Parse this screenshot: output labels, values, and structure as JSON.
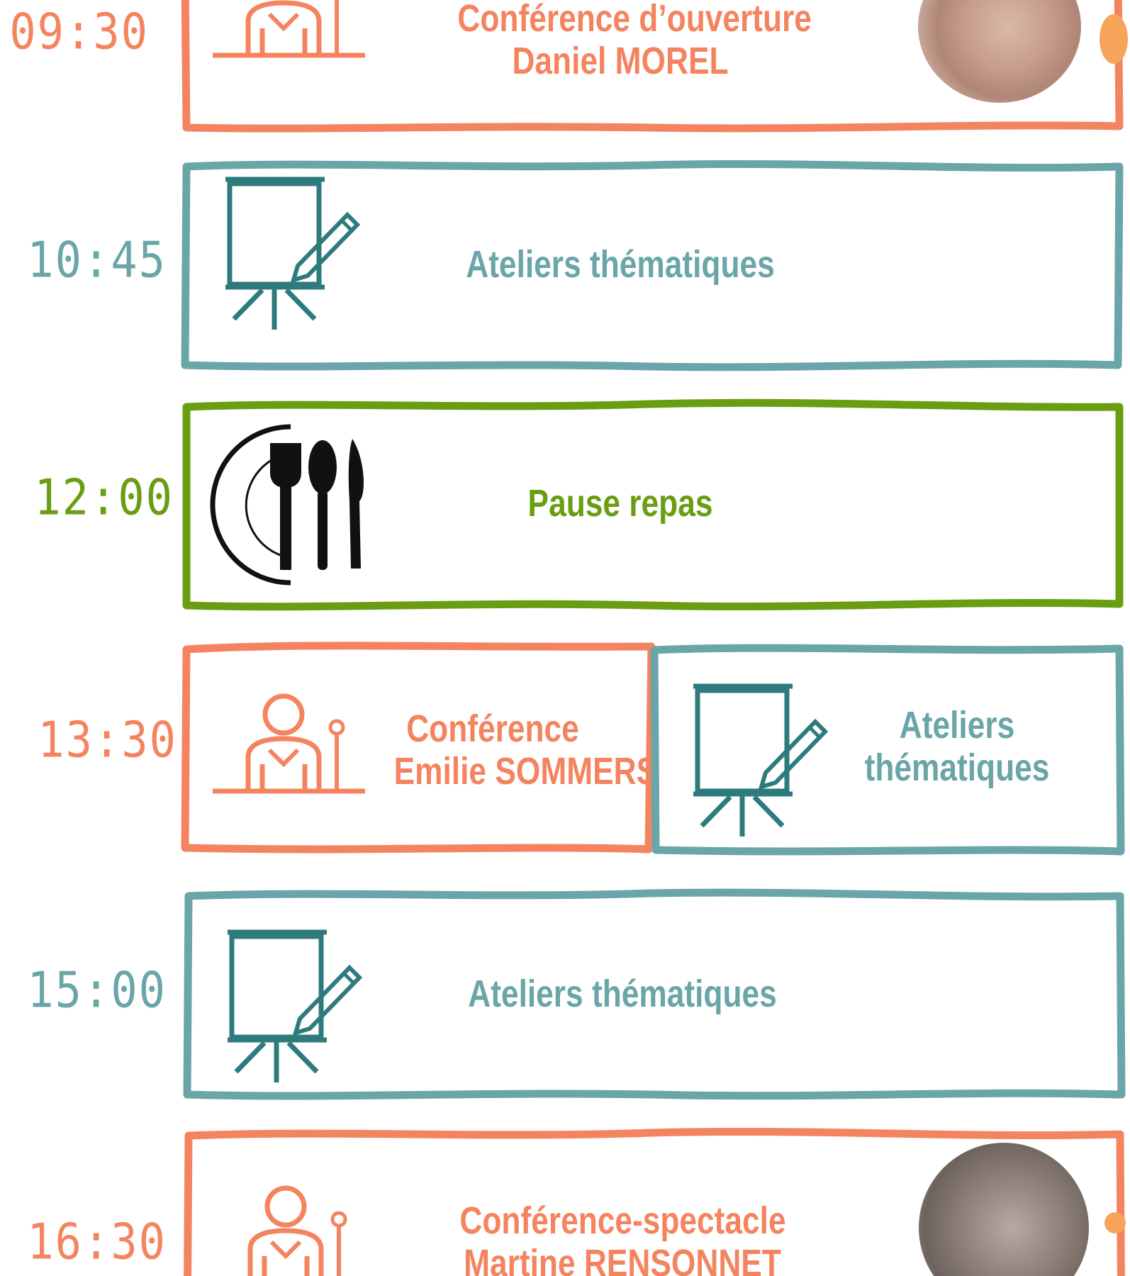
{
  "colors": {
    "orange": "#f4845f",
    "teal": "#6aa5a8",
    "green": "#6a9e12",
    "black": "#111111"
  },
  "sessions": [
    {
      "time": "09:30",
      "line1": "Conférence d’ouverture",
      "line2": "Daniel MOREL",
      "icon": "speaker-icon",
      "color": "orange"
    },
    {
      "time": "10:45",
      "line1": "Ateliers thématiques",
      "icon": "flipchart-icon",
      "color": "teal"
    },
    {
      "time": "12:00",
      "line1": "Pause repas",
      "icon": "cutlery-icon",
      "color": "green"
    },
    {
      "time": "13:30",
      "left": {
        "line1": "Conférence",
        "line2": "Emilie SOMMERS",
        "icon": "speaker-icon",
        "color": "orange"
      },
      "right": {
        "line1": "Ateliers",
        "line2": "thématiques",
        "icon": "flipchart-icon",
        "color": "teal"
      }
    },
    {
      "time": "15:00",
      "line1": "Ateliers thématiques",
      "icon": "flipchart-icon",
      "color": "teal"
    },
    {
      "time": "16:30",
      "line1": "Conférence-spectacle",
      "line2": "Martine RENSONNET",
      "icon": "speaker-icon",
      "color": "orange"
    }
  ]
}
